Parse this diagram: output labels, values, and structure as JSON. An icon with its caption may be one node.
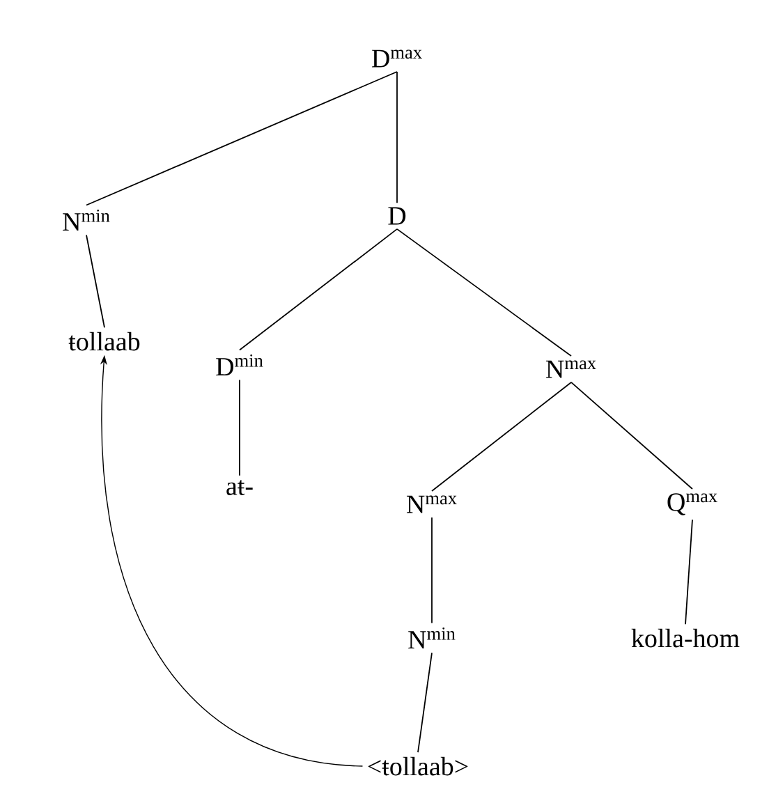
{
  "diagram": {
    "nodes": [
      {
        "text": [
          "D$^{max}$"
        ]
      },
      {
        "text": [
          "N$^{min}$"
        ]
      },
      {
        "text": [
          "D"
        ]
      },
      {
        "text": [
          "ŧollaab"
        ]
      },
      {
        "text": [
          "D$^{min}$"
        ]
      },
      {
        "text": [
          "N$^{max}$"
        ]
      },
      {
        "text": [
          "aŧ-"
        ]
      },
      {
        "text": [
          "N$^{max}$"
        ]
      },
      {
        "text": [
          "Q$^{max}$"
        ]
      },
      {
        "text": [
          "N$^{min}$"
        ]
      },
      {
        "text": [
          "kolla-hom"
        ]
      },
      {
        "text": [
          "<ŧollaab>"
        ]
      }
    ],
    "edges": [
      {
        "from": 0,
        "to": 1,
        "arrow": "none"
      },
      {
        "from": 0,
        "to": 2,
        "arrow": "none"
      },
      {
        "from": 1,
        "to": 3,
        "arrow": "none"
      },
      {
        "from": 2,
        "to": 4,
        "arrow": "none"
      },
      {
        "from": 2,
        "to": 5,
        "arrow": "none"
      },
      {
        "from": 4,
        "to": 6,
        "arrow": "none"
      },
      {
        "from": 5,
        "to": 7,
        "arrow": "none"
      },
      {
        "from": 5,
        "to": 8,
        "arrow": "none"
      },
      {
        "from": 7,
        "to": 9,
        "arrow": "none"
      },
      {
        "from": 8,
        "to": 10,
        "arrow": "none"
      },
      {
        "from": 9,
        "to": 11,
        "arrow": "none"
      },
      {
        "from": 11,
        "to": 3,
        "arrow": "to"
      }
    ]
  }
}
